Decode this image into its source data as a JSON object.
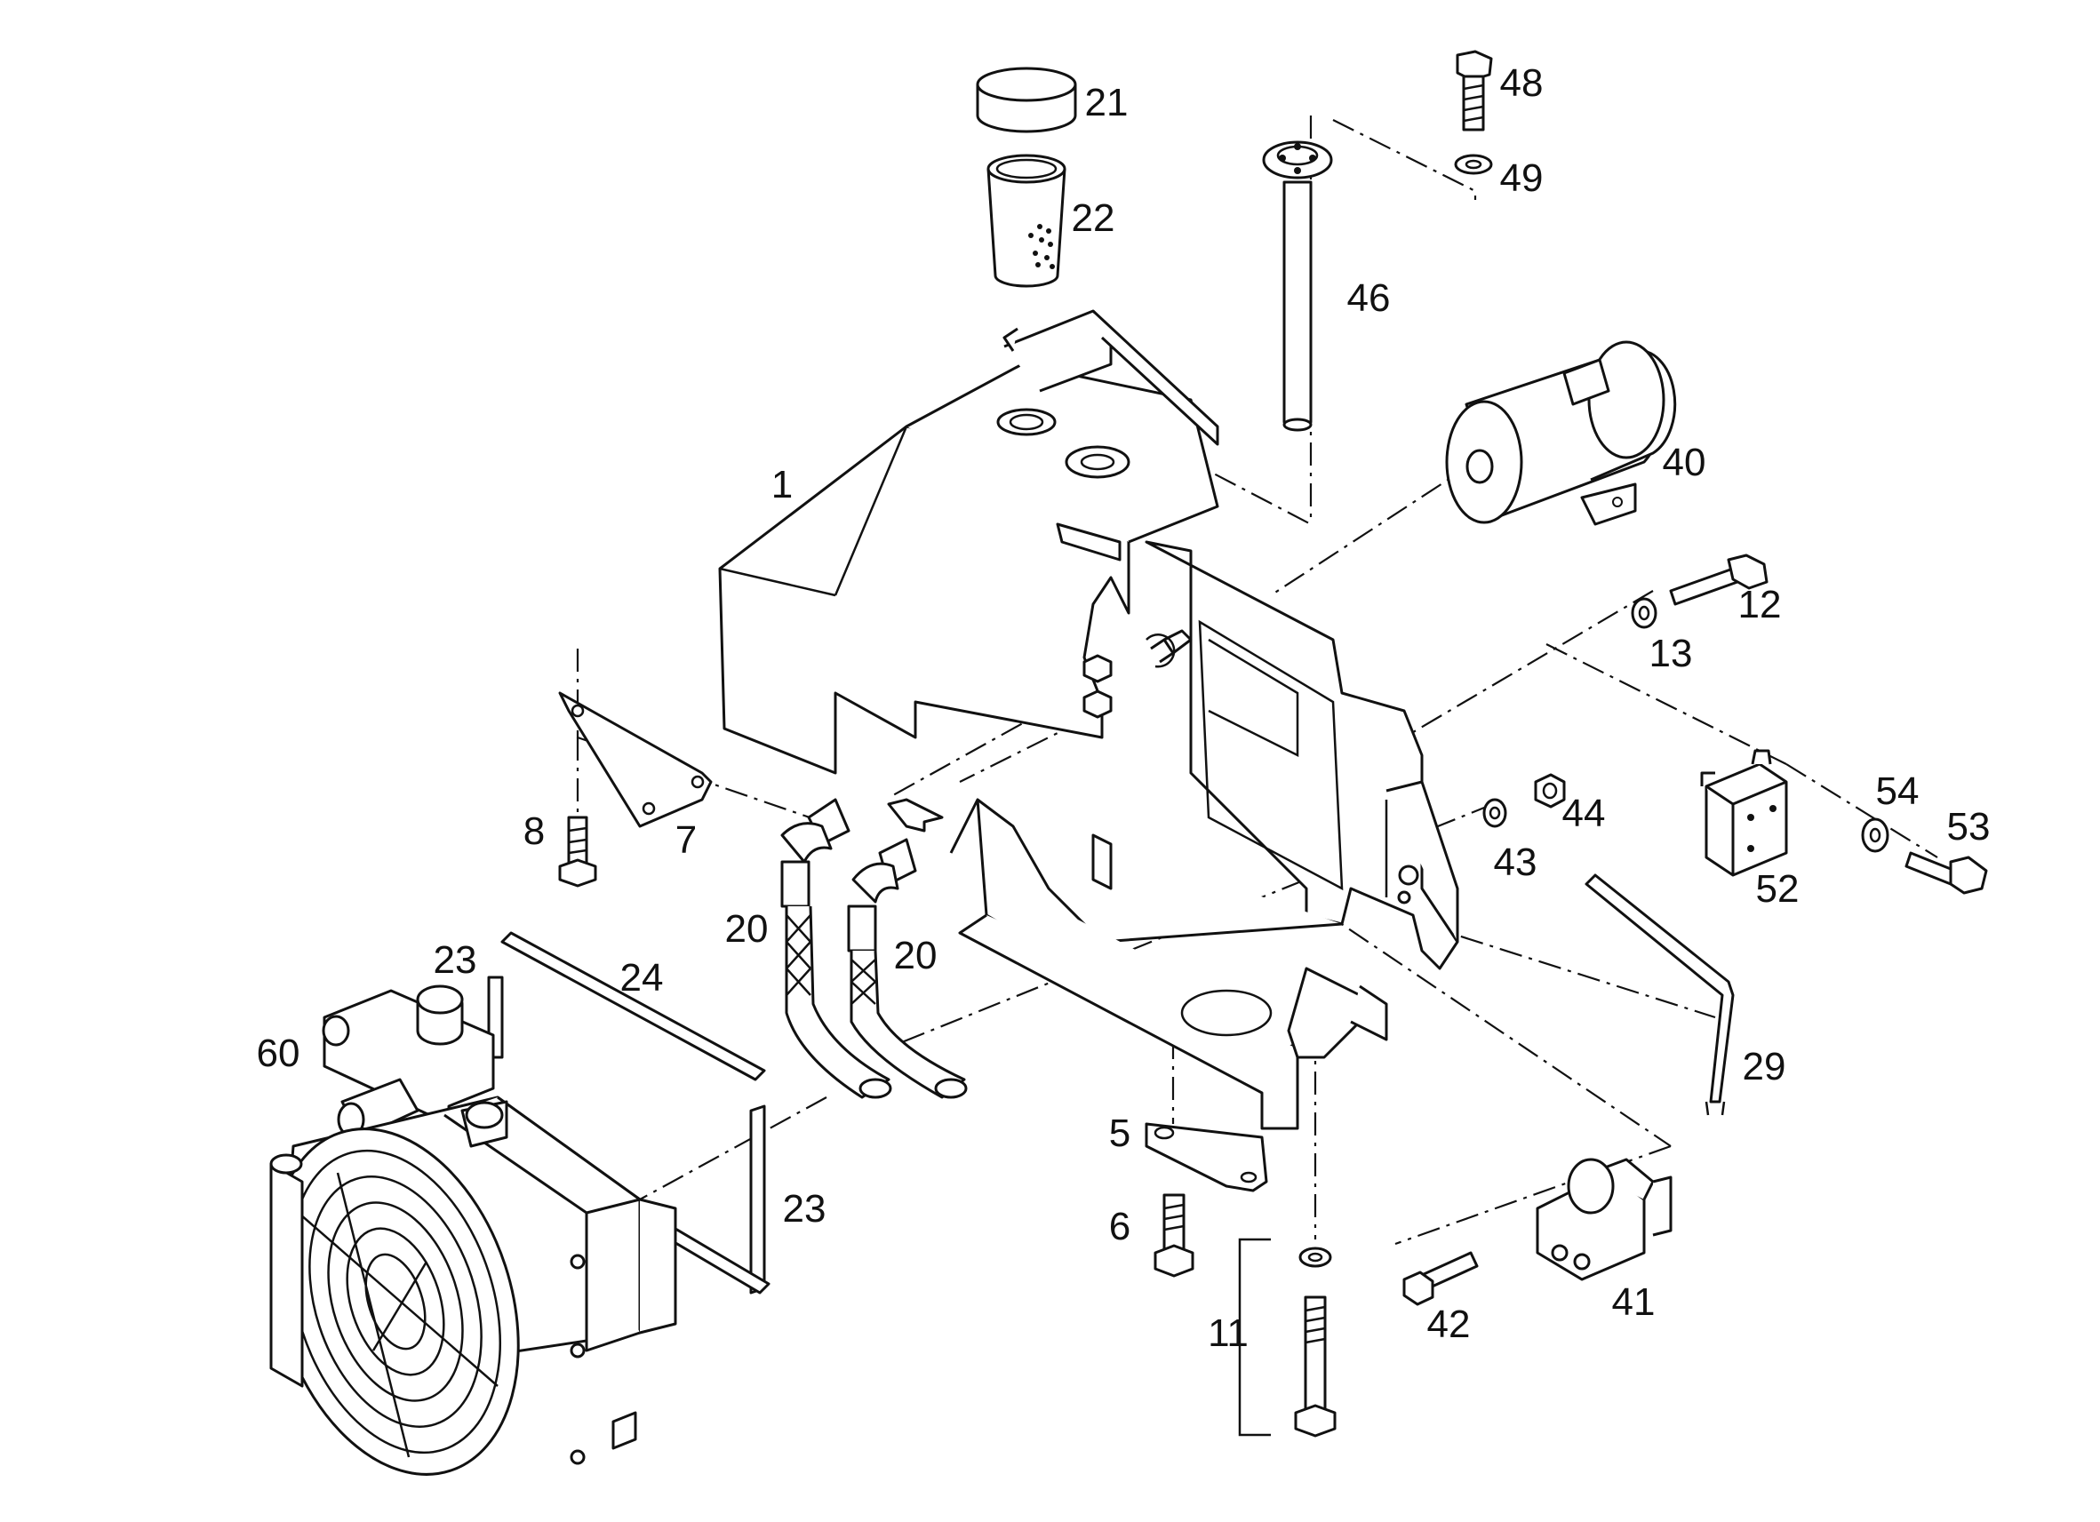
{
  "diagram": {
    "style": "exploded parts drawing, black line art on white",
    "callouts": {
      "p1": "1",
      "p5": "5",
      "p6": "6",
      "p7": "7",
      "p8": "8",
      "p11": "11",
      "p12": "12",
      "p13": "13",
      "p20a": "20",
      "p20b": "20",
      "p21": "21",
      "p22": "22",
      "p23a": "23",
      "p23b": "23",
      "p24": "24",
      "p29": "29",
      "p40": "40",
      "p41": "41",
      "p42": "42",
      "p43": "43",
      "p44": "44",
      "p46": "46",
      "p48": "48",
      "p49": "49",
      "p52": "52",
      "p53": "53",
      "p54": "54",
      "p60": "60"
    }
  }
}
